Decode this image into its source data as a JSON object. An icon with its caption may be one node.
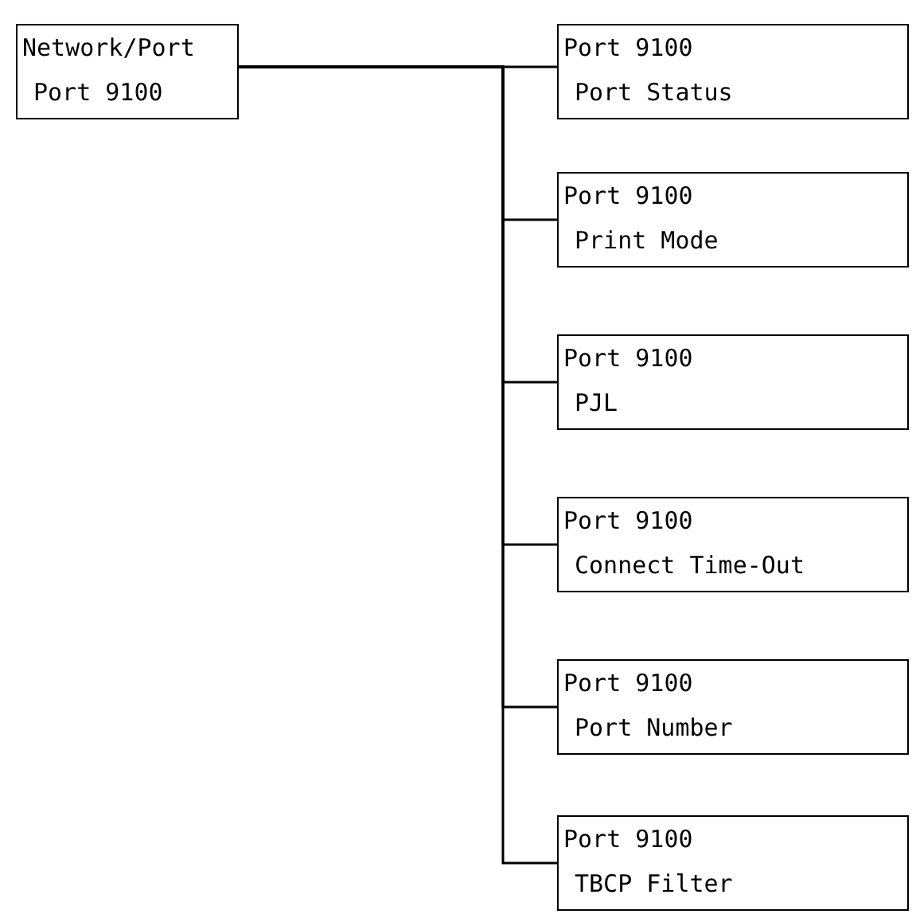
{
  "diagram": {
    "nodes": [
      {
        "text": [
          "Network/Port",
          "Port 9100"
        ]
      },
      {
        "text": [
          "Port 9100",
          "Port Status"
        ]
      },
      {
        "text": [
          "Port 9100",
          "Print Mode"
        ]
      },
      {
        "text": [
          "Port 9100",
          "PJL"
        ]
      },
      {
        "text": [
          "Port 9100",
          "Connect Time-Out"
        ]
      },
      {
        "text": [
          "Port 9100",
          "Port Number"
        ]
      },
      {
        "text": [
          "Port 9100",
          "TBCP Filter"
        ]
      }
    ],
    "edges": [
      {
        "from": 0,
        "to": 1,
        "arrow": "none"
      },
      {
        "from": 0,
        "to": 2,
        "arrow": "none"
      },
      {
        "from": 0,
        "to": 3,
        "arrow": "none"
      },
      {
        "from": 0,
        "to": 4,
        "arrow": "none"
      },
      {
        "from": 0,
        "to": 5,
        "arrow": "none"
      },
      {
        "from": 0,
        "to": 6,
        "arrow": "none"
      }
    ]
  }
}
